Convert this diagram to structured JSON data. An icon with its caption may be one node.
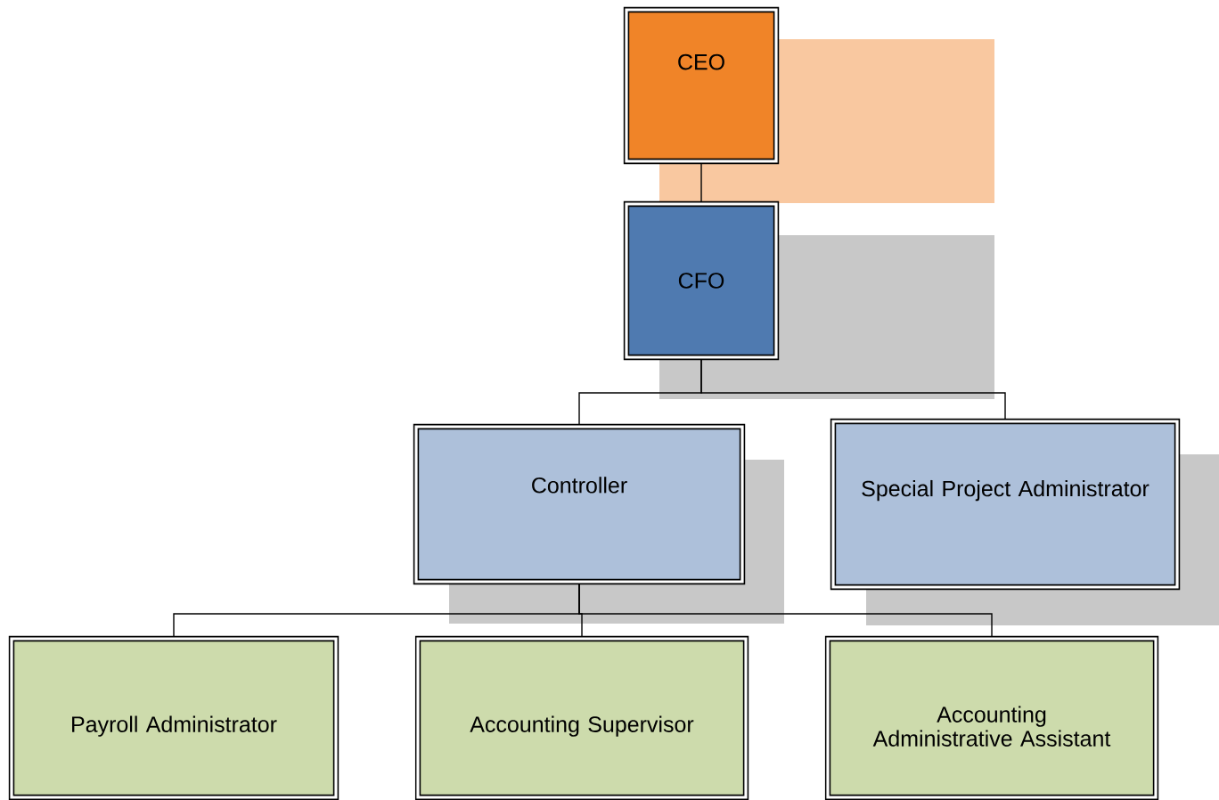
{
  "diagram": {
    "nodes": [
      {
        "text": [
          "CEO"
        ]
      },
      {
        "text": [
          "CFO"
        ]
      },
      {
        "text": [
          "Controller"
        ]
      },
      {
        "text": [
          "Special Project Administrator"
        ]
      },
      {
        "text": [
          "Payroll Administrator"
        ]
      },
      {
        "text": [
          "Accounting Supervisor"
        ]
      },
      {
        "text": [
          "Accounting Administrative Assistant"
        ]
      }
    ],
    "edges": [
      {
        "from": 0,
        "to": 1,
        "arrow": "none"
      },
      {
        "from": 1,
        "to": 2,
        "arrow": "none"
      },
      {
        "from": 1,
        "to": 3,
        "arrow": "none"
      },
      {
        "from": 2,
        "to": 4,
        "arrow": "none"
      },
      {
        "from": 2,
        "to": 5,
        "arrow": "none"
      },
      {
        "from": 2,
        "to": 6,
        "arrow": "none"
      }
    ]
  }
}
